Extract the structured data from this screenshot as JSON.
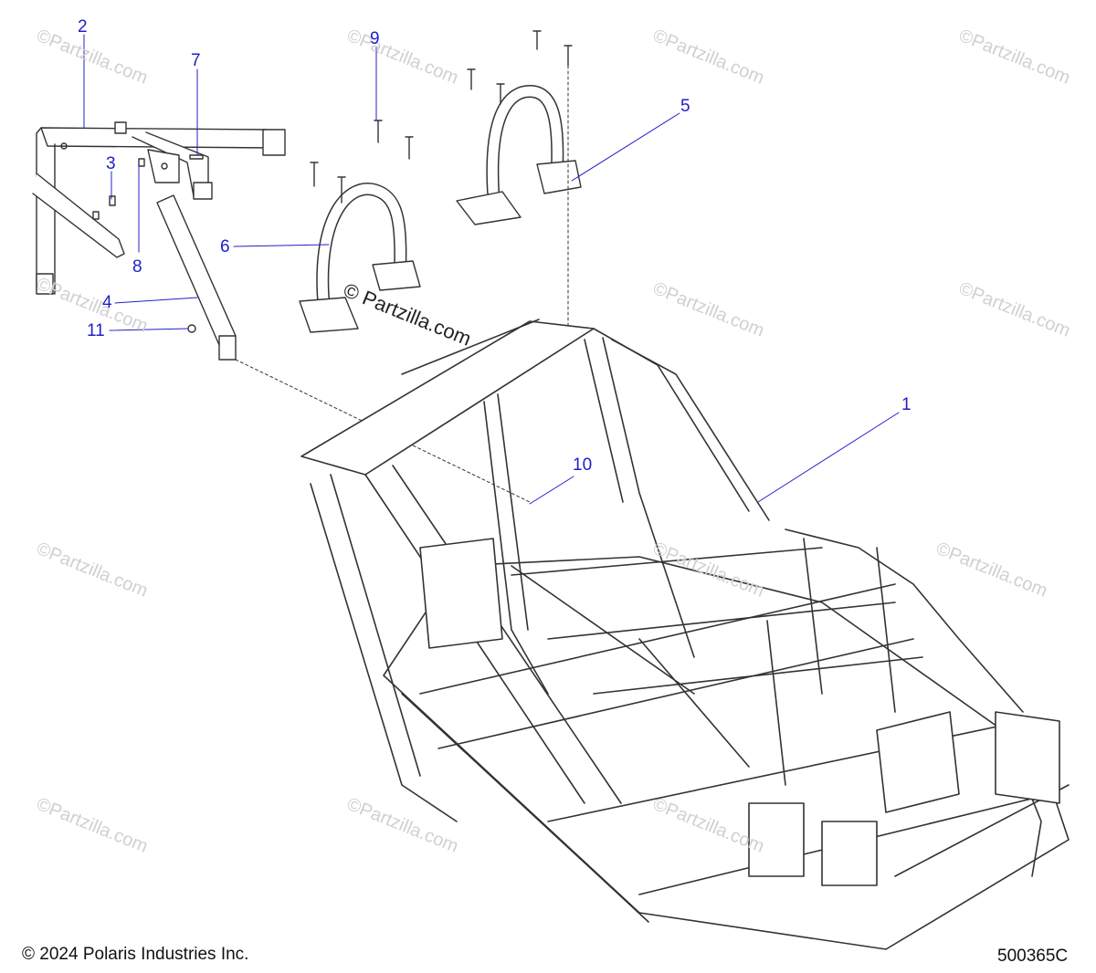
{
  "callouts": [
    {
      "id": "1",
      "label": "1"
    },
    {
      "id": "2",
      "label": "2"
    },
    {
      "id": "3",
      "label": "3"
    },
    {
      "id": "4",
      "label": "4"
    },
    {
      "id": "5",
      "label": "5"
    },
    {
      "id": "6",
      "label": "6"
    },
    {
      "id": "7",
      "label": "7"
    },
    {
      "id": "8",
      "label": "8"
    },
    {
      "id": "9",
      "label": "9"
    },
    {
      "id": "10",
      "label": "10"
    },
    {
      "id": "11",
      "label": "11"
    }
  ],
  "watermark": {
    "text": "© Partzilla.com",
    "faded_text": "©Partzilla.com"
  },
  "footer": {
    "copyright": "© 2024 Polaris Industries Inc.",
    "diagram_code": "500365C"
  },
  "colors": {
    "callout": "#2020c8",
    "leader": "#2020c8",
    "line_art": "#333333"
  }
}
